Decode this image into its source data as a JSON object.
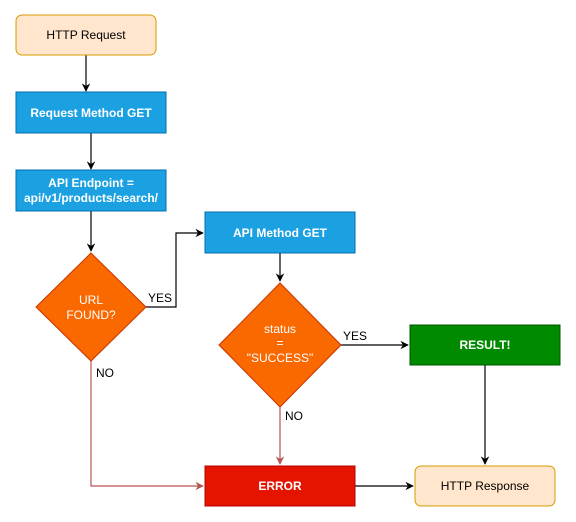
{
  "colors": {
    "terminal_fill": "#ffe6cc",
    "terminal_stroke": "#d79b00",
    "process_fill": "#1ba1e2",
    "process_stroke": "#006eaf",
    "decision_fill": "#fa6800",
    "decision_stroke": "#c73500",
    "result_fill": "#008a00",
    "result_stroke": "#005700",
    "error_fill": "#e51400",
    "error_stroke": "#b20000",
    "edge_black": "#000000",
    "edge_red": "#b85450"
  },
  "nodes": {
    "http_request": "HTTP Request",
    "request_method": "Request Method GET",
    "api_endpoint_line1": "API Endpoint =",
    "api_endpoint_line2": "api/v1/products/search/",
    "api_method": "API Method GET",
    "url_found_line1": "URL",
    "url_found_line2": "FOUND?",
    "status_line1": "status",
    "status_line2": "=",
    "status_line3": "\"SUCCESS\"",
    "result": "RESULT!",
    "error": "ERROR",
    "http_response": "HTTP Response"
  },
  "edge_labels": {
    "url_yes": "YES",
    "url_no": "NO",
    "status_yes": "YES",
    "status_no": "NO"
  }
}
